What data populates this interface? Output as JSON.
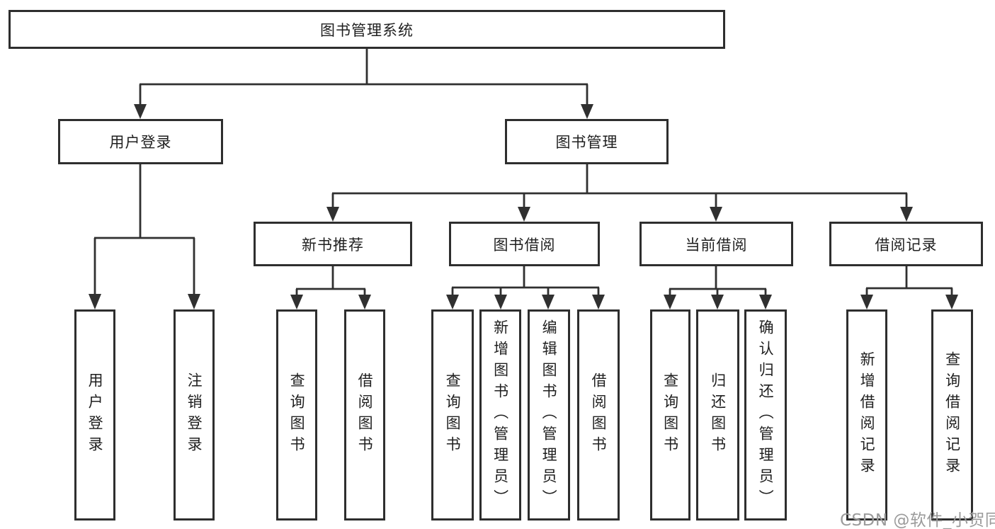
{
  "diagram_title": "图书管理系统",
  "tree": {
    "root": {
      "label": "图书管理系统"
    },
    "level2": [
      {
        "label": "用户登录",
        "children": [
          {
            "label": "用户登录"
          },
          {
            "label": "注销登录"
          }
        ]
      },
      {
        "label": "图书管理",
        "groups": [
          {
            "label": "新书推荐",
            "children": [
              {
                "label": "查询图书"
              },
              {
                "label": "借阅图书"
              }
            ]
          },
          {
            "label": "图书借阅",
            "children": [
              {
                "label": "查询图书"
              },
              {
                "label": "新增图书（管理员）"
              },
              {
                "label": "编辑图书（管理员）"
              },
              {
                "label": "借阅图书"
              }
            ]
          },
          {
            "label": "当前借阅",
            "children": [
              {
                "label": "查询图书"
              },
              {
                "label": "归还图书"
              },
              {
                "label": "确认归还（管理员）"
              }
            ]
          },
          {
            "label": "借阅记录",
            "children": [
              {
                "label": "新增借阅记录"
              },
              {
                "label": "查询借阅记录"
              }
            ]
          }
        ]
      }
    ]
  },
  "watermark": {
    "text": "CSDN @软件_小贺同学",
    "color": "#9b9b9b"
  },
  "colors": {
    "line": "#303030",
    "box_border": "#2e2e2e",
    "text": "#1f1f1f",
    "background": "#ffffff"
  }
}
